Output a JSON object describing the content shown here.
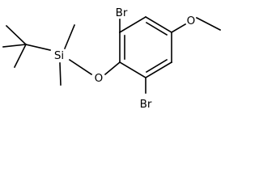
{
  "structure": {
    "atom_labels": {
      "br_top": "Br",
      "br_bottom": "Br",
      "oxygen_methoxy": "O",
      "oxygen_silyl": "O",
      "silicon": "Si"
    }
  }
}
